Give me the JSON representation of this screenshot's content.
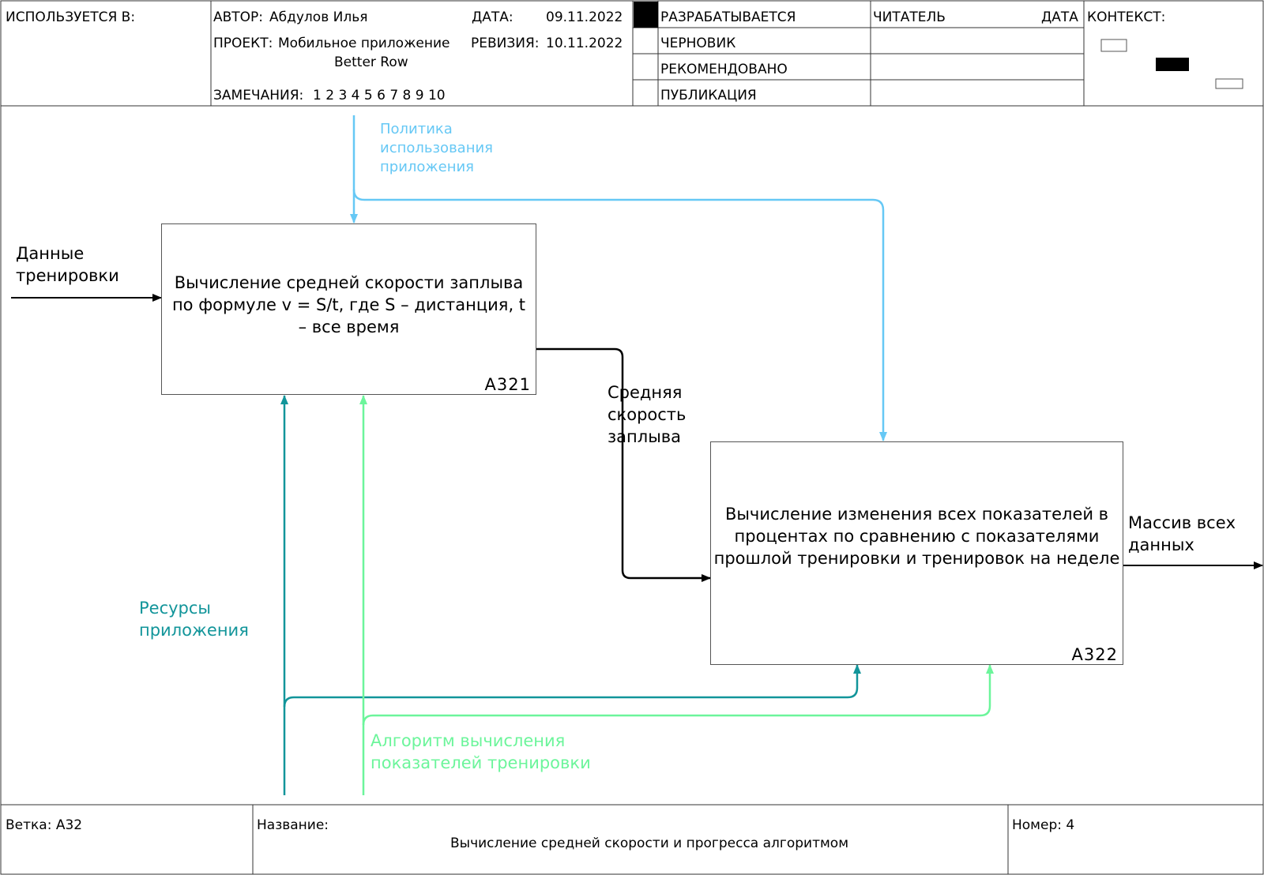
{
  "header": {
    "used_in_label": "ИСПОЛЬЗУЕТСЯ В:",
    "author_label": "АВТОР:",
    "author_value": "Абдулов Илья",
    "date_label": "ДАТА:",
    "date_value": "09.11.2022",
    "project_label": "ПРОЕКТ:",
    "project_value_line1": "Мобильное приложение",
    "project_value_line2": "Better Row",
    "revision_label": "РЕВИЗИЯ:",
    "revision_value": "10.11.2022",
    "notes_label": "ЗАМЕЧАНИЯ:",
    "notes_value": "1 2 3 4 5 6 7 8 9 10",
    "status_working": "РАЗРАБАТЫВАЕТСЯ",
    "status_draft": "ЧЕРНОВИК",
    "status_recommended": "РЕКОМЕНДОВАНО",
    "status_publication": "ПУБЛИКАЦИЯ",
    "reader_label": "ЧИТАТЕЛЬ",
    "reader_date_label": "ДАТА",
    "context_label": "КОНТЕКСТ:"
  },
  "boxes": [
    {
      "id": "A321",
      "text": "Вычисление средней скорости заплыва по формуле v = S/t, где S – дистанция, t – все время"
    },
    {
      "id": "A322",
      "text": "Вычисление изменения всех показателей в процентах по сравнению с показателями прошлой тренировки и тренировок на неделе"
    }
  ],
  "arrows": {
    "input_training_data": "Данные тренировки",
    "control_policy": "Политика использования приложения",
    "mid_avg_speed": "Средняя скорость заплыва",
    "output_all_data": "Массив всех данных",
    "mechanism_resources": "Ресурсы приложения",
    "mechanism_algorithm": "Алгоритм вычисления показателей тренировки"
  },
  "colors": {
    "control": "#66c8f5",
    "mechanism_resources": "#12959a",
    "mechanism_algorithm": "#6cf59b",
    "flow": "#000000"
  },
  "footer": {
    "node_label": "Ветка:",
    "node_value": "A32",
    "title_label": "Название:",
    "title_value": "Вычисление средней скорости и прогресса алгоритмом",
    "number_label": "Номер:",
    "number_value": "4"
  }
}
